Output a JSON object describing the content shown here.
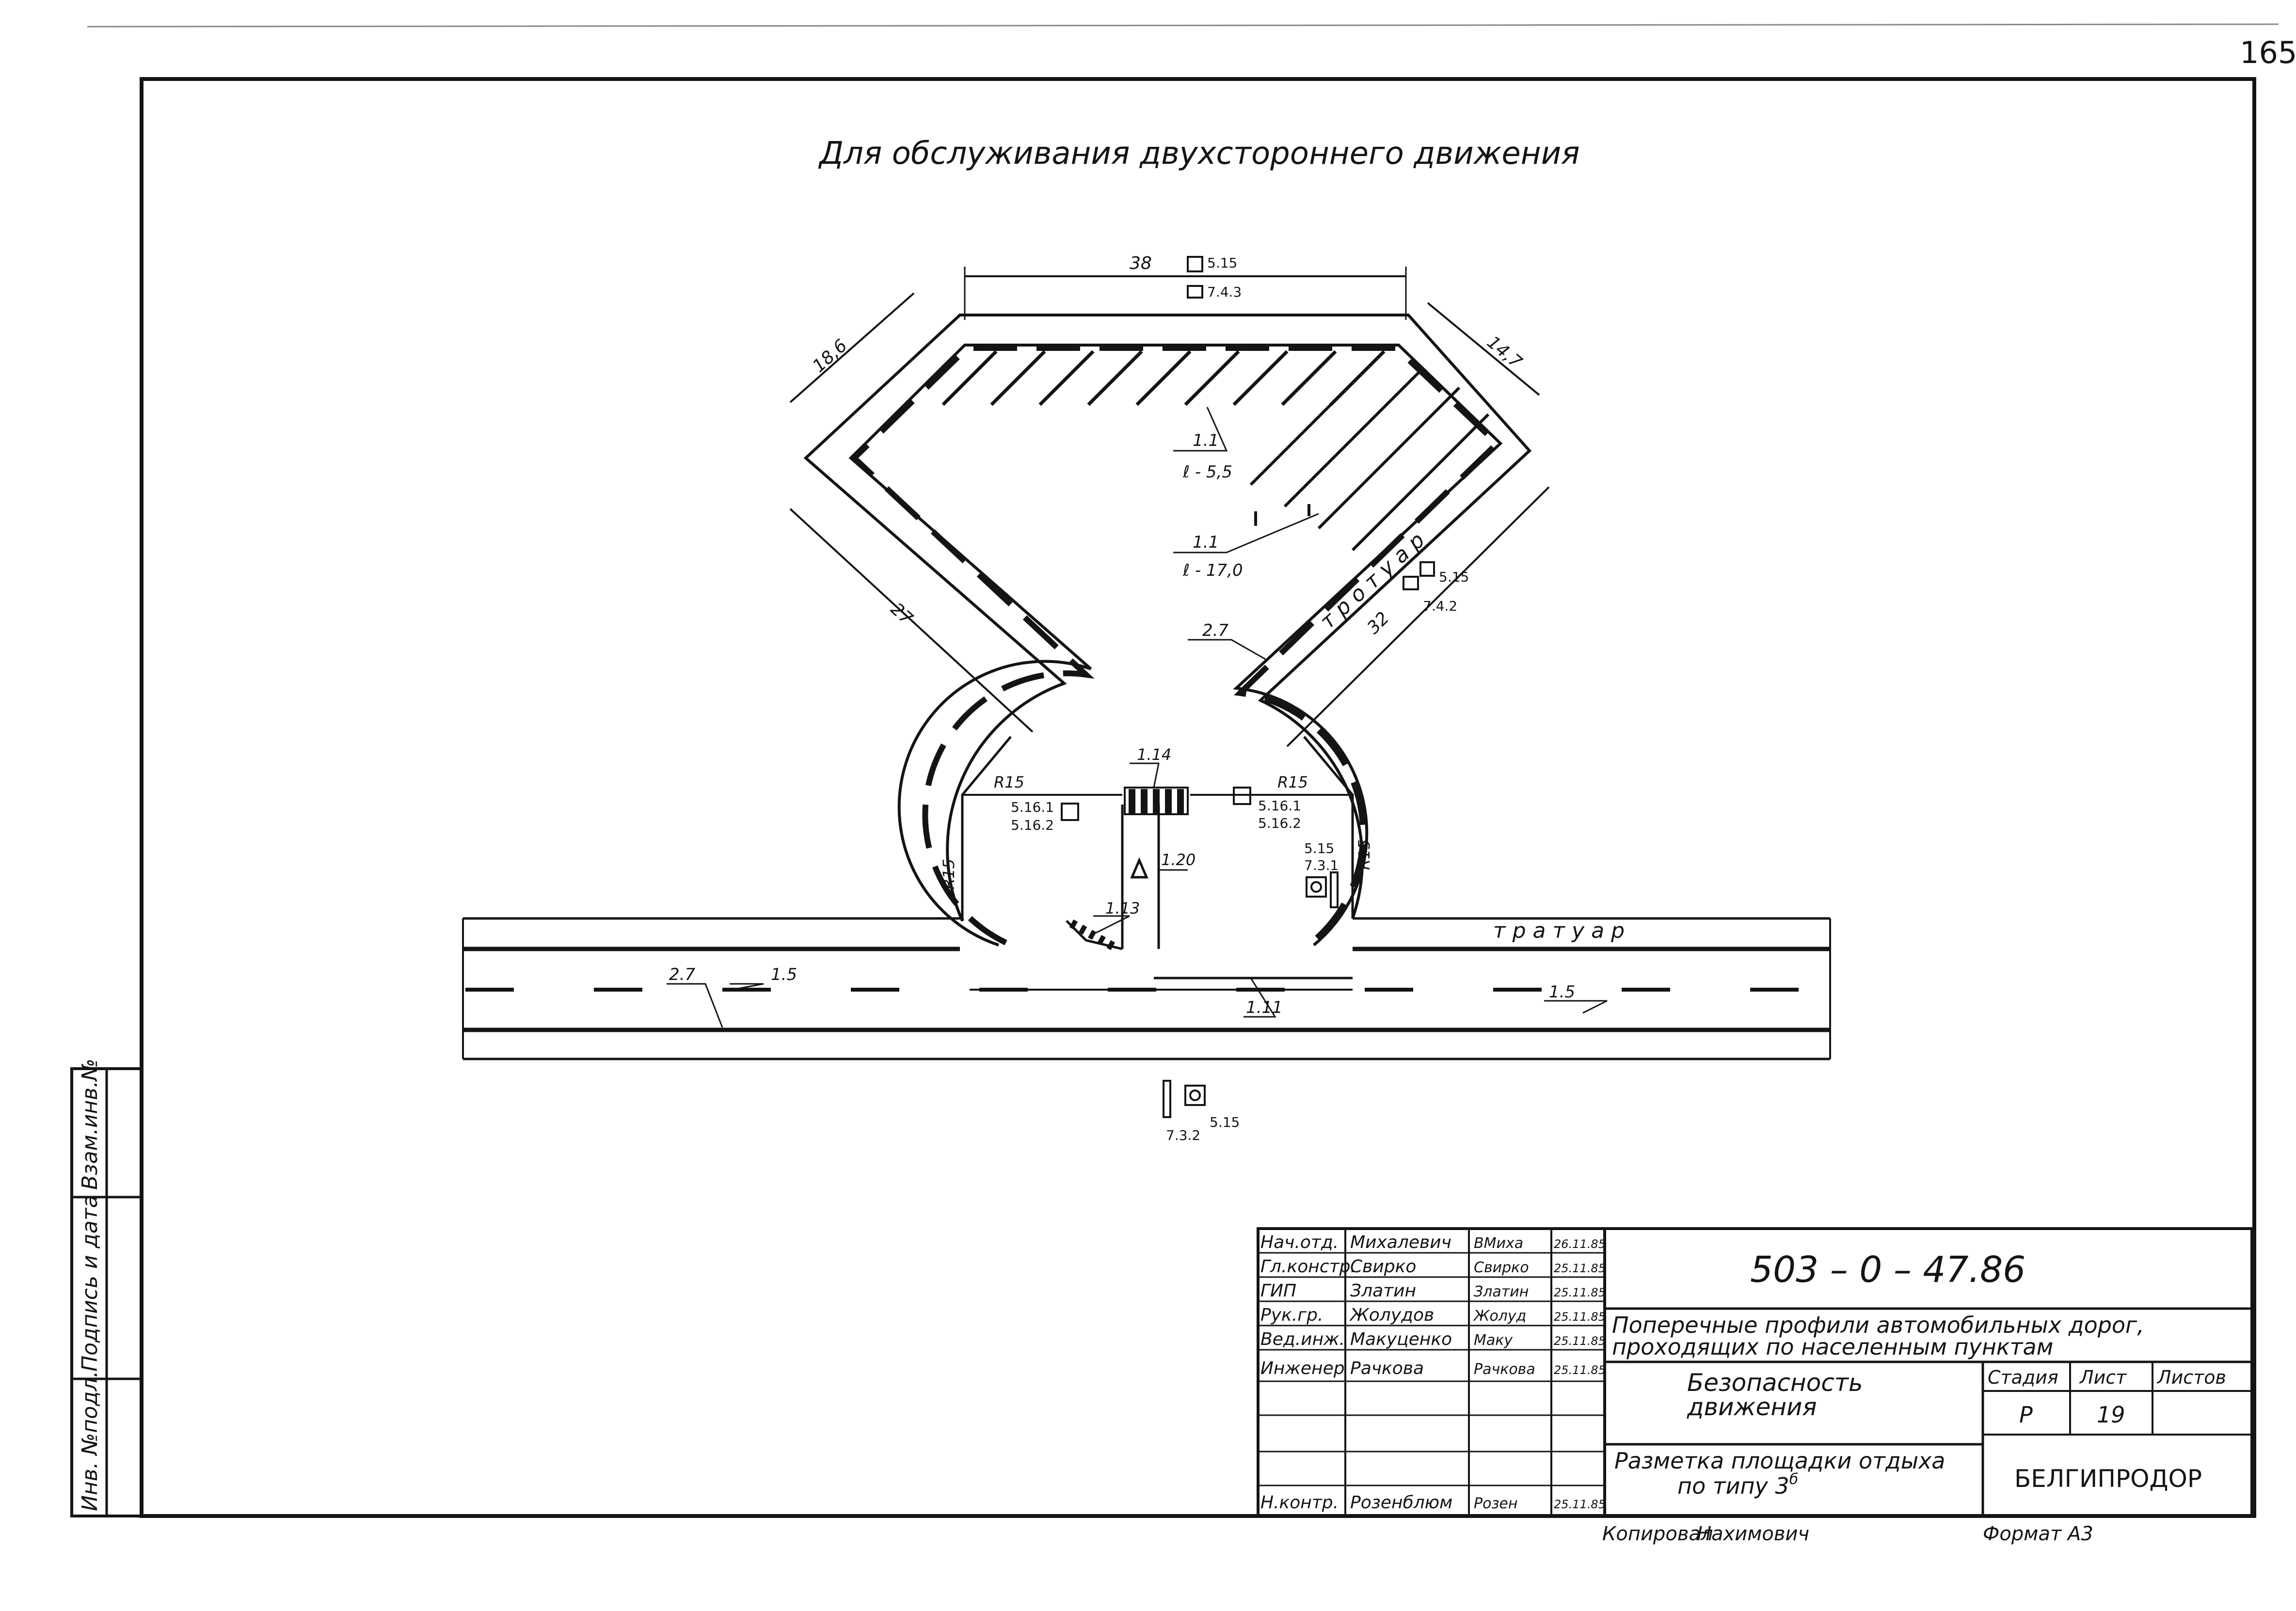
{
  "page_number": "165",
  "title": "Для обслуживания двухстороннего движения",
  "dimensions": {
    "top_width": "38",
    "left_upper": "18,6",
    "right_upper": "14,7",
    "left_lower": "27",
    "right_lower": "32"
  },
  "marking_labels": {
    "hatch_1": "1.1",
    "hatch_1_length": "ℓ - 5,5",
    "hatch_2": "1.1",
    "hatch_2_length": "ℓ - 17,0",
    "edge_2_7_upper": "2.7",
    "crosswalk": "1.14",
    "stop_line": "1.20",
    "triangles": "1.13",
    "road_edge": "2.7",
    "road_axis_left": "1.5",
    "road_axis_right": "1.5",
    "continuous": "1.11"
  },
  "radii": {
    "left_top": "R15",
    "left_side": "R15",
    "right_top": "R15",
    "right_side": "R15"
  },
  "signs": {
    "top_a": "5.15",
    "top_b": "7.4.3",
    "right_a": "5.15",
    "right_b": "7.4.2",
    "left_island_a": "5.16.1",
    "left_island_b": "5.16.2",
    "right_island_a": "5.16.1",
    "right_island_b": "5.16.2",
    "right_side_a": "5.15",
    "right_side_b": "7.3.1",
    "bottom_a": "7.3.2",
    "bottom_b": "5.15"
  },
  "sidewalk_label": "т р о т у а р",
  "sidewalk_label_2": "т р а т у а р",
  "side_strip": [
    "Инв. №подл.",
    "Подпись и дата",
    "Взам.инв.№"
  ],
  "title_block": {
    "rows": [
      {
        "role": "Нач.отд.",
        "name": "Михалевич",
        "sign": "ВМиха",
        "date": "26.11.85"
      },
      {
        "role": "Гл.констр.",
        "name": "Свирко",
        "sign": "Свирко",
        "date": "25.11.85"
      },
      {
        "role": "ГИП",
        "name": "Златин",
        "sign": "Златин",
        "date": "25.11.85"
      },
      {
        "role": "Рук.гр.",
        "name": "Жолудов",
        "sign": "Жолуд",
        "date": "25.11.85"
      },
      {
        "role": "Вед.инж.",
        "name": "Макуценко",
        "sign": "Маку",
        "date": "25.11.85"
      },
      {
        "role": "Инженер",
        "name": "Рачкова",
        "sign": "Рачкова",
        "date": "25.11.85"
      },
      {
        "role": "",
        "name": "",
        "sign": "",
        "date": ""
      },
      {
        "role": "",
        "name": "",
        "sign": "",
        "date": ""
      },
      {
        "role": "",
        "name": "",
        "sign": "",
        "date": ""
      },
      {
        "role": "Н.контр.",
        "name": "Розенблюм",
        "sign": "Розен",
        "date": "25.11.85"
      }
    ],
    "code": "503 – 0 – 47.86",
    "project_line_1": "Поперечные профили автомобильных дорог,",
    "project_line_2": "проходящих по населенным пунктам",
    "section_line_1": "Безопасность",
    "section_line_2": "движения",
    "sheet_line_1": "Разметка площадки отдыха",
    "sheet_line_2": "по типу 3",
    "sheet_type_sup": "б",
    "stage_header": "Стадия",
    "sheet_header": "Лист",
    "sheets_header": "Листов",
    "stage": "Р",
    "sheet": "19",
    "sheets": "",
    "organization": "БЕЛГИПРОДОР",
    "copied_label": "Копировал",
    "copied_by": "Нахимович",
    "format": "Формат А3"
  }
}
